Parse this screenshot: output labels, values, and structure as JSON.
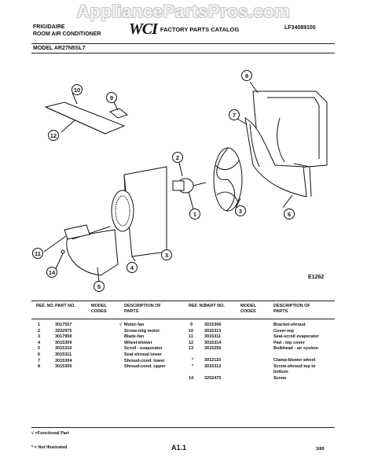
{
  "watermark": "AppliancePartsPros.com",
  "header": {
    "brand": "FRIGIDAIRE",
    "product": "ROOM AIR CONDITIONER",
    "logo": "WCI",
    "catalog": "FACTORY PARTS CATALOG",
    "doc_number": "LF34089100"
  },
  "model_label": "MODEL AR27N5SL7",
  "diagram": {
    "callouts": [
      "10",
      "9",
      "12",
      "8",
      "7",
      "2",
      "1",
      "3",
      "6",
      "11",
      "4",
      "3",
      "14",
      "5"
    ],
    "figure_code": "E1262"
  },
  "table": {
    "headers": {
      "ref": "REF. NO.",
      "part": "PART NO.",
      "model": "MODEL CODES",
      "desc": "DESCRIPTION OF PARTS"
    },
    "left_rows": [
      {
        "ref": "1",
        "part": "3017557",
        "mark": "√",
        "desc": "Motor-fan"
      },
      {
        "ref": "2",
        "part": "3202975",
        "mark": "",
        "desc": "Screw-mtg motor"
      },
      {
        "ref": "3",
        "part": "3017959",
        "mark": "",
        "desc": "Blade-fan"
      },
      {
        "ref": "4",
        "part": "3015309",
        "mark": "",
        "desc": "Wheel-blower"
      },
      {
        "ref": "5",
        "part": "3015310",
        "mark": "",
        "desc": "Scroll - evaporator"
      },
      {
        "ref": "6",
        "part": "3015311",
        "mark": "",
        "desc": "Seal-shroud lower"
      },
      {
        "ref": "7",
        "part": "3015304",
        "mark": "",
        "desc": "Shroud-cond. lower"
      },
      {
        "ref": "8",
        "part": "3015305",
        "mark": "",
        "desc": "Shroud-cond. upper"
      }
    ],
    "right_rows": [
      {
        "ref": "9",
        "part": "3015306",
        "desc": "Bracket-shroud"
      },
      {
        "ref": "10",
        "part": "3015313",
        "desc": "Cover-top"
      },
      {
        "ref": "11",
        "part": "3015311",
        "desc": "Seal-scroll evaporator"
      },
      {
        "ref": "12",
        "part": "3015314",
        "desc": "Pad - top cover"
      },
      {
        "ref": "13",
        "part": "3015255",
        "desc": "Bulkhead - air system"
      },
      {
        "ref": "*",
        "part": "3012110",
        "desc": "Clamp-blower wheel"
      },
      {
        "ref": "*",
        "part": "3015312",
        "desc": "Screw-shroud top to"
      },
      {
        "ref": "",
        "part": "",
        "desc": "bottom"
      },
      {
        "ref": "14",
        "part": "3202475",
        "desc": "Screw"
      }
    ]
  },
  "footer": {
    "legend_functional": "√ =Functional Part",
    "legend_not_illustrated": "* = Not Illustrated",
    "page_code": "A1.1",
    "date": "3/89"
  }
}
